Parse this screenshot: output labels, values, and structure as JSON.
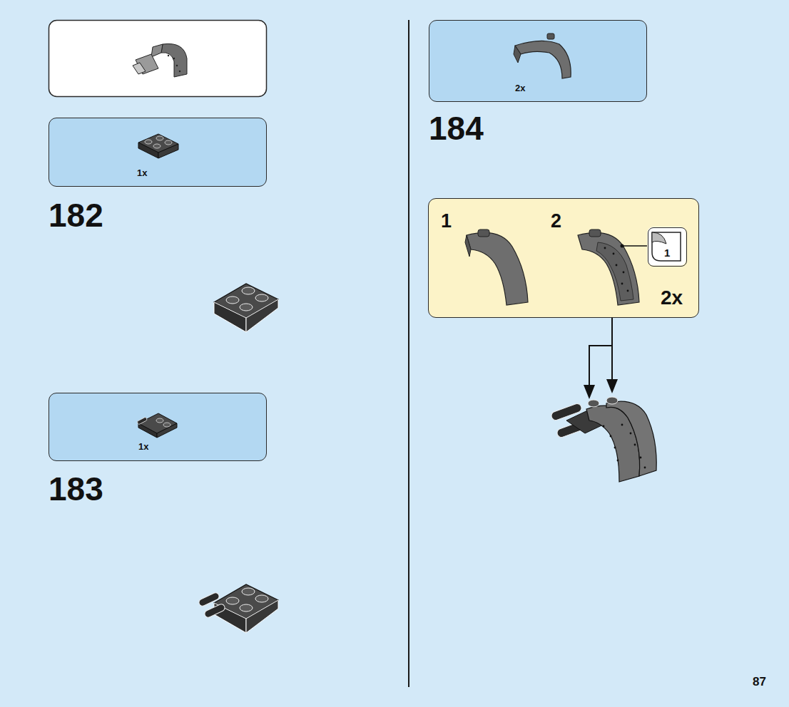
{
  "diagram": {
    "nodes": [
      {
        "text": [
          "1x"
        ]
      },
      {
        "text": [
          "1x"
        ]
      },
      {
        "text": [
          "2x"
        ]
      },
      {
        "text": [
          "1",
          "2",
          "2x"
        ]
      },
      {
        "text": [
          "1"
        ],
        "in": 3
      }
    ],
    "labels": [
      "182",
      "183",
      "184",
      "87"
    ]
  }
}
